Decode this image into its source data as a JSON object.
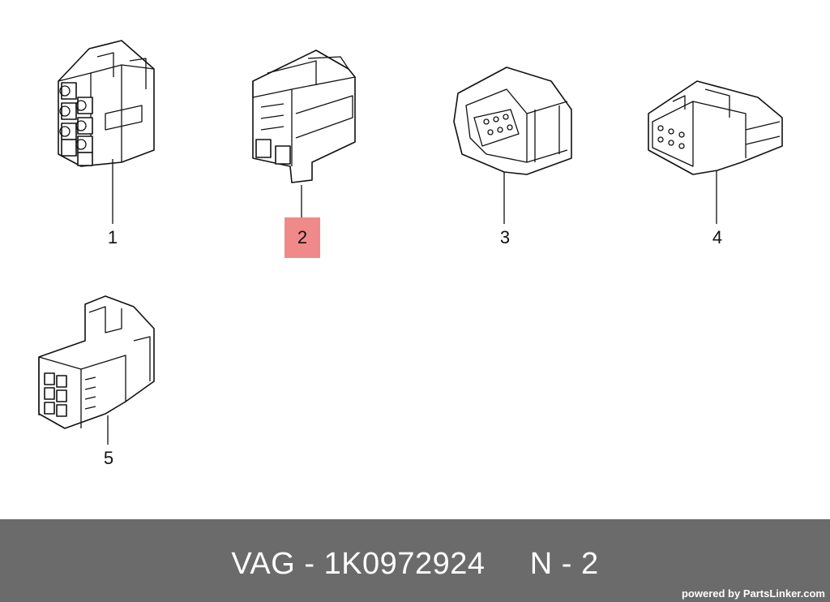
{
  "callouts": [
    {
      "label": "1"
    },
    {
      "label": "2"
    },
    {
      "label": "3"
    },
    {
      "label": "4"
    },
    {
      "label": "5"
    }
  ],
  "highlighted_callout": "2",
  "highlight_color": "#f08a8a",
  "footer": {
    "title": "VAG - 1K0972924     N - 2",
    "credit": "powered by PartsLinker.com",
    "background": "#6b6b6b"
  }
}
